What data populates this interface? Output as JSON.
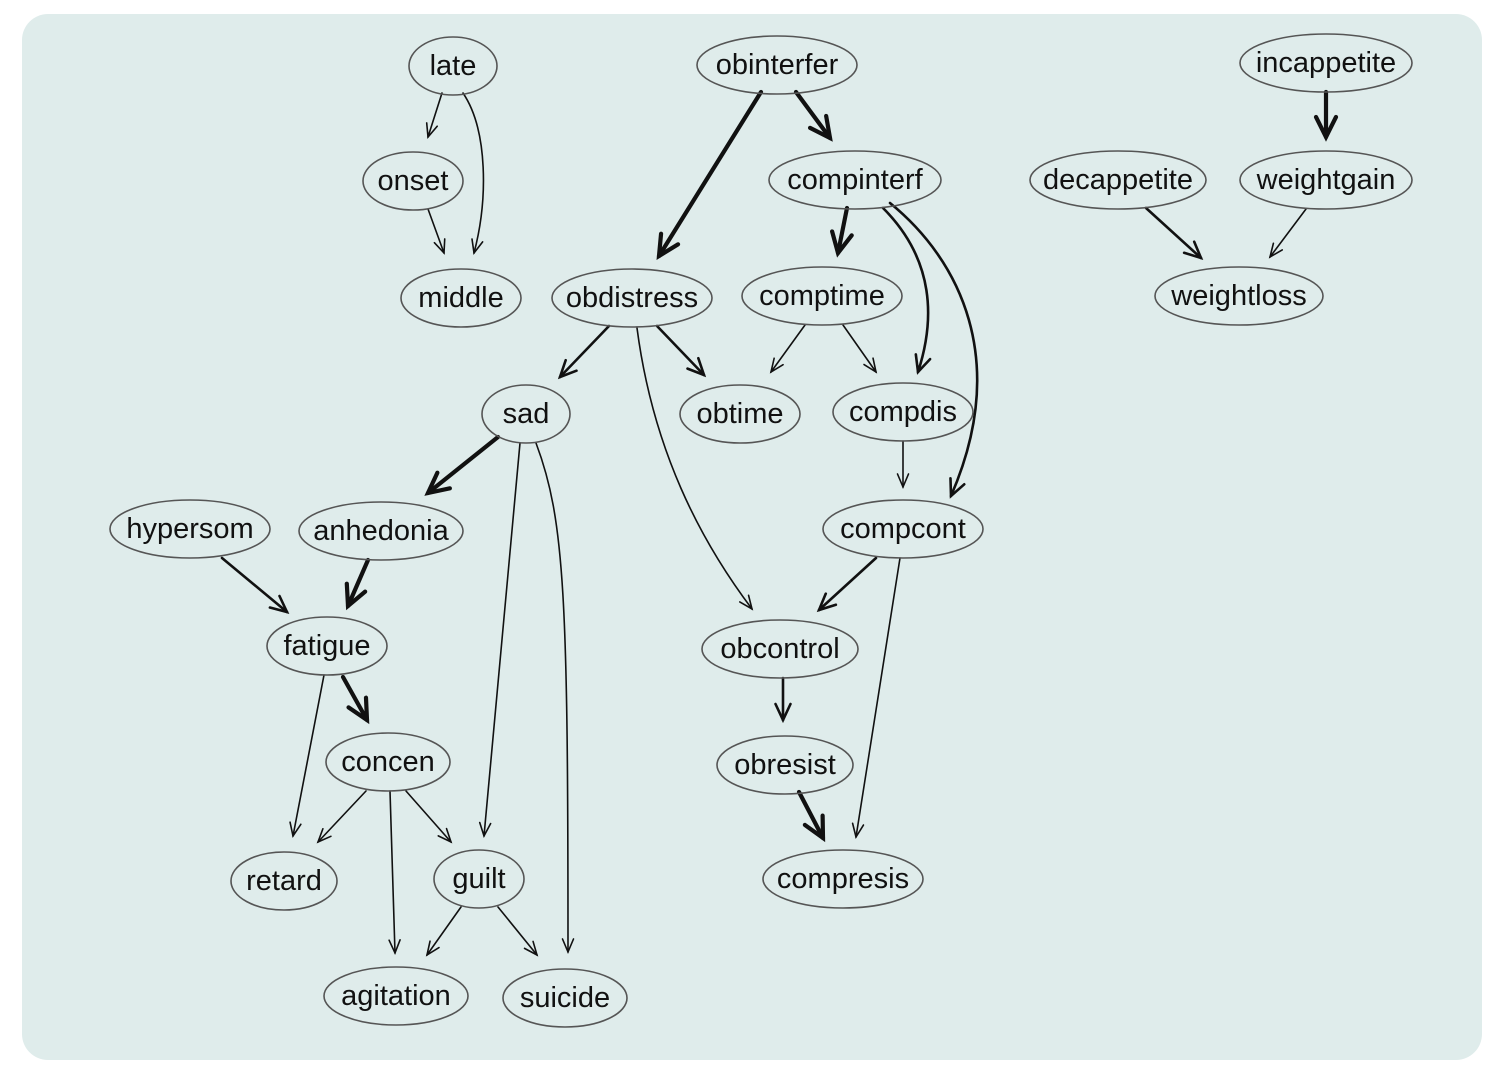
{
  "nodes": [
    {
      "id": "late",
      "label": "late"
    },
    {
      "id": "onset",
      "label": "onset"
    },
    {
      "id": "middle",
      "label": "middle"
    },
    {
      "id": "obinterfer",
      "label": "obinterfer"
    },
    {
      "id": "compinterf",
      "label": "compinterf"
    },
    {
      "id": "obdistress",
      "label": "obdistress"
    },
    {
      "id": "comptime",
      "label": "comptime"
    },
    {
      "id": "incappetite",
      "label": "incappetite"
    },
    {
      "id": "decappetite",
      "label": "decappetite"
    },
    {
      "id": "weightgain",
      "label": "weightgain"
    },
    {
      "id": "weightloss",
      "label": "weightloss"
    },
    {
      "id": "sad",
      "label": "sad"
    },
    {
      "id": "obtime",
      "label": "obtime"
    },
    {
      "id": "compdis",
      "label": "compdis"
    },
    {
      "id": "hypersom",
      "label": "hypersom"
    },
    {
      "id": "anhedonia",
      "label": "anhedonia"
    },
    {
      "id": "compcont",
      "label": "compcont"
    },
    {
      "id": "fatigue",
      "label": "fatigue"
    },
    {
      "id": "obcontrol",
      "label": "obcontrol"
    },
    {
      "id": "concen",
      "label": "concen"
    },
    {
      "id": "obresist",
      "label": "obresist"
    },
    {
      "id": "retard",
      "label": "retard"
    },
    {
      "id": "guilt",
      "label": "guilt"
    },
    {
      "id": "compresis",
      "label": "compresis"
    },
    {
      "id": "agitation",
      "label": "agitation"
    },
    {
      "id": "suicide",
      "label": "suicide"
    }
  ],
  "edges": [
    {
      "from": "late",
      "to": "onset",
      "weight": "thin"
    },
    {
      "from": "late",
      "to": "middle",
      "weight": "thin"
    },
    {
      "from": "onset",
      "to": "middle",
      "weight": "thin"
    },
    {
      "from": "obinterfer",
      "to": "obdistress",
      "weight": "heavy"
    },
    {
      "from": "obinterfer",
      "to": "compinterf",
      "weight": "heavy"
    },
    {
      "from": "compinterf",
      "to": "comptime",
      "weight": "heavy"
    },
    {
      "from": "compinterf",
      "to": "compdis",
      "weight": "medium"
    },
    {
      "from": "compinterf",
      "to": "compcont",
      "weight": "medium"
    },
    {
      "from": "incappetite",
      "to": "weightgain",
      "weight": "heavy"
    },
    {
      "from": "decappetite",
      "to": "weightloss",
      "weight": "medium"
    },
    {
      "from": "weightgain",
      "to": "weightloss",
      "weight": "thin"
    },
    {
      "from": "obdistress",
      "to": "sad",
      "weight": "medium"
    },
    {
      "from": "obdistress",
      "to": "obtime",
      "weight": "medium"
    },
    {
      "from": "obdistress",
      "to": "obcontrol",
      "weight": "thin"
    },
    {
      "from": "comptime",
      "to": "obtime",
      "weight": "thin"
    },
    {
      "from": "comptime",
      "to": "compdis",
      "weight": "thin"
    },
    {
      "from": "compdis",
      "to": "compcont",
      "weight": "thin"
    },
    {
      "from": "sad",
      "to": "anhedonia",
      "weight": "heavy"
    },
    {
      "from": "sad",
      "to": "guilt",
      "weight": "thin"
    },
    {
      "from": "sad",
      "to": "suicide",
      "weight": "thin"
    },
    {
      "from": "hypersom",
      "to": "fatigue",
      "weight": "medium"
    },
    {
      "from": "anhedonia",
      "to": "fatigue",
      "weight": "heavy"
    },
    {
      "from": "compcont",
      "to": "obcontrol",
      "weight": "medium"
    },
    {
      "from": "compcont",
      "to": "compresis",
      "weight": "thin"
    },
    {
      "from": "fatigue",
      "to": "concen",
      "weight": "heavy"
    },
    {
      "from": "fatigue",
      "to": "retard",
      "weight": "thin"
    },
    {
      "from": "obcontrol",
      "to": "obresist",
      "weight": "medium"
    },
    {
      "from": "concen",
      "to": "retard",
      "weight": "thin"
    },
    {
      "from": "concen",
      "to": "guilt",
      "weight": "thin"
    },
    {
      "from": "concen",
      "to": "agitation",
      "weight": "thin"
    },
    {
      "from": "obresist",
      "to": "compresis",
      "weight": "heavy"
    },
    {
      "from": "guilt",
      "to": "agitation",
      "weight": "thin"
    },
    {
      "from": "guilt",
      "to": "suicide",
      "weight": "thin"
    }
  ]
}
